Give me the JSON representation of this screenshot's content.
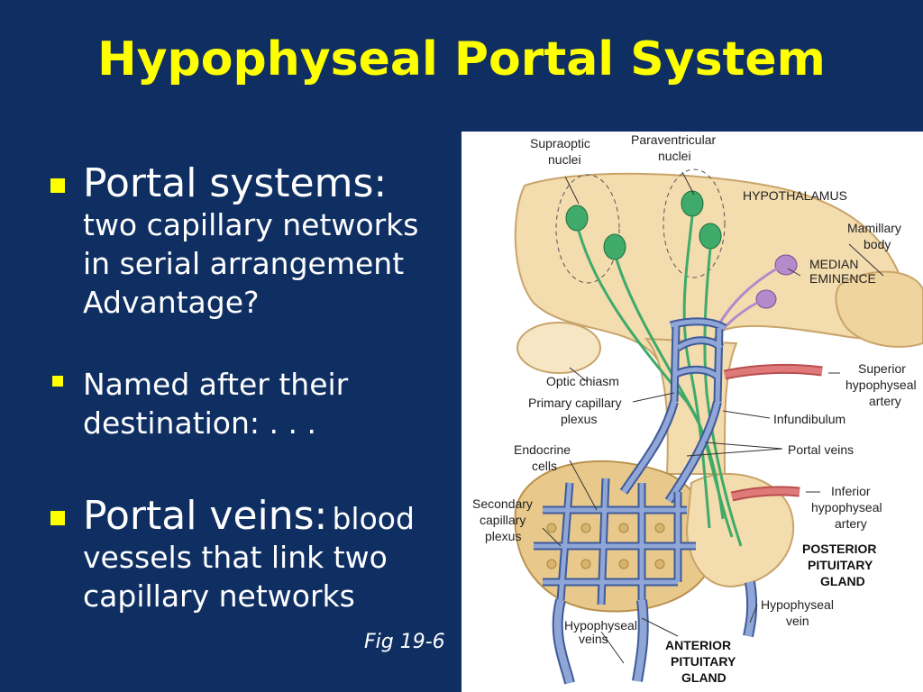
{
  "slide": {
    "title": "Hypophyseal Portal System",
    "bullets": [
      {
        "heading": "Portal systems:",
        "lines": [
          "two capillary networks",
          "in serial arrangement",
          "Advantage?"
        ]
      },
      {
        "lines": [
          "Named after their",
          "destination: . . ."
        ]
      },
      {
        "heading": "Portal veins:",
        "inline": "blood",
        "lines": [
          "vessels that link two",
          "capillary networks"
        ]
      }
    ],
    "figure_caption": "Fig 19-6"
  },
  "diagram": {
    "labels": {
      "supraoptic": [
        "Supraoptic",
        "nuclei"
      ],
      "paraventricular": [
        "Paraventricular",
        "nuclei"
      ],
      "hypothalamus": "HYPOTHALAMUS",
      "mamillary": [
        "Mamillary",
        "body"
      ],
      "median_eminence": [
        "MEDIAN",
        "EMINENCE"
      ],
      "optic_chiasm": "Optic chiasm",
      "primary_plexus": [
        "Primary capillary",
        "plexus"
      ],
      "superior_artery": [
        "Superior",
        "hypophyseal",
        "artery"
      ],
      "infundibulum": "Infundibulum",
      "endocrine_cells": [
        "Endocrine",
        "cells"
      ],
      "portal_veins": "Portal veins",
      "secondary_plexus": [
        "Secondary",
        "capillary",
        "plexus"
      ],
      "inferior_artery": [
        "Inferior",
        "hypophyseal",
        "artery"
      ],
      "posterior": [
        "POSTERIOR",
        "PITUITARY",
        "GLAND"
      ],
      "hypophyseal_vein": [
        "Hypophyseal",
        "vein"
      ],
      "hypophyseal_veins": [
        "Hypophyseal",
        "veins"
      ],
      "anterior": [
        "ANTERIOR",
        "PITUITARY",
        "GLAND"
      ]
    },
    "colors": {
      "tissue": "#f3dcae",
      "tissue_edge": "#c9a46a",
      "vessel": "#8fa6d6",
      "vessel_edge": "#3f5a9a",
      "neuron_green": "#3faa6a",
      "neuron_purple": "#b48acb",
      "artery_red": "#e07a7a"
    }
  }
}
